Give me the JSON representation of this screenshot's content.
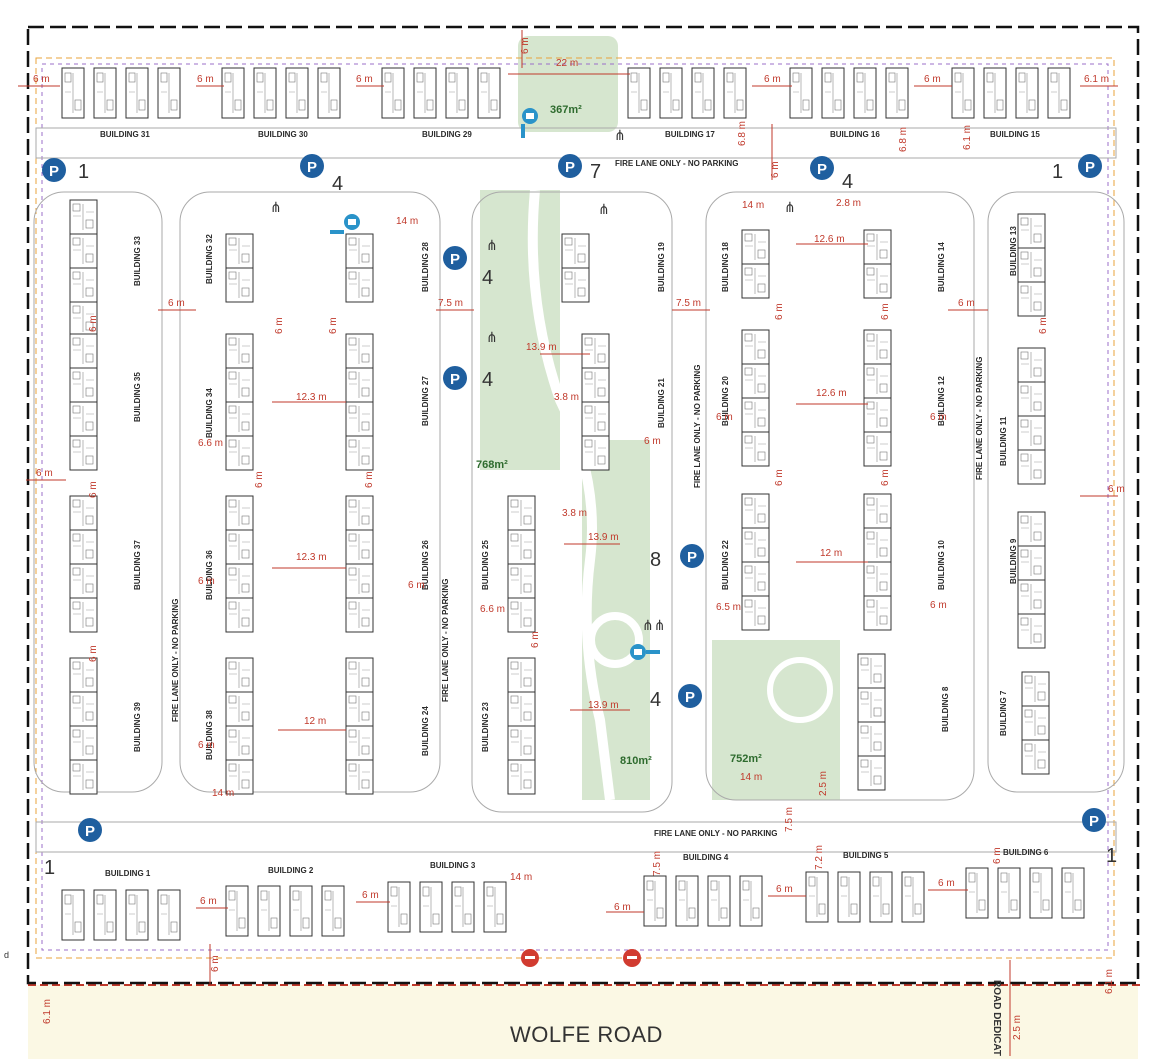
{
  "buildings": [
    {
      "id": "b31",
      "label": "BUILDING 31"
    },
    {
      "id": "b30",
      "label": "BUILDING 30"
    },
    {
      "id": "b29",
      "label": "BUILDING 29"
    },
    {
      "id": "b17",
      "label": "BUILDING 17"
    },
    {
      "id": "b16",
      "label": "BUILDING 16"
    },
    {
      "id": "b15",
      "label": "BUILDING 15"
    },
    {
      "id": "b33",
      "label": "BUILDING 33"
    },
    {
      "id": "b35",
      "label": "BUILDING 35"
    },
    {
      "id": "b37",
      "label": "BUILDING 37"
    },
    {
      "id": "b39",
      "label": "BUILDING 39"
    },
    {
      "id": "b32",
      "label": "BUILDING 32"
    },
    {
      "id": "b34",
      "label": "BUILDING 34"
    },
    {
      "id": "b36",
      "label": "BUILDING 36"
    },
    {
      "id": "b38",
      "label": "BUILDING 38"
    },
    {
      "id": "b28",
      "label": "BUILDING 28"
    },
    {
      "id": "b27",
      "label": "BUILDING 27"
    },
    {
      "id": "b26",
      "label": "BUILDING 26"
    },
    {
      "id": "b24",
      "label": "BUILDING 24"
    },
    {
      "id": "b19",
      "label": "BUILDING 19"
    },
    {
      "id": "b21",
      "label": "BUILDING 21"
    },
    {
      "id": "b25",
      "label": "BUILDING 25"
    },
    {
      "id": "b23",
      "label": "BUILDING 23"
    },
    {
      "id": "b18",
      "label": "BUILDING 18"
    },
    {
      "id": "b20",
      "label": "BUILDING 20"
    },
    {
      "id": "b22",
      "label": "BUILDING 22"
    },
    {
      "id": "b14",
      "label": "BUILDING 14"
    },
    {
      "id": "b12",
      "label": "BUILDING 12"
    },
    {
      "id": "b10",
      "label": "BUILDING 10"
    },
    {
      "id": "b8",
      "label": "BUILDING 8"
    },
    {
      "id": "b13",
      "label": "BUILDING 13"
    },
    {
      "id": "b11",
      "label": "BUILDING 11"
    },
    {
      "id": "b9",
      "label": "BUILDING 9"
    },
    {
      "id": "b7",
      "label": "BUILDING 7"
    },
    {
      "id": "b1",
      "label": "BUILDING 1"
    },
    {
      "id": "b2",
      "label": "BUILDING 2"
    },
    {
      "id": "b3",
      "label": "BUILDING 3"
    },
    {
      "id": "b4",
      "label": "BUILDING 4"
    },
    {
      "id": "b5",
      "label": "BUILDING 5"
    },
    {
      "id": "b6",
      "label": "BUILDING 6"
    }
  ],
  "green_areas": [
    {
      "id": "g1",
      "label": "367m²"
    },
    {
      "id": "g2",
      "label": "768m²"
    },
    {
      "id": "g3",
      "label": "810m²"
    },
    {
      "id": "g4",
      "label": "752m²"
    }
  ],
  "fire_lane": {
    "label": "FIRE LANE ONLY - NO PARKING"
  },
  "parking": {
    "symbol": "P",
    "counts": [
      {
        "id": "p1",
        "value": "1"
      },
      {
        "id": "p2",
        "value": "4"
      },
      {
        "id": "p3",
        "value": "7"
      },
      {
        "id": "p4",
        "value": "4"
      },
      {
        "id": "p5",
        "value": "1"
      },
      {
        "id": "p6",
        "value": "4"
      },
      {
        "id": "p7",
        "value": "4"
      },
      {
        "id": "p8",
        "value": "8"
      },
      {
        "id": "p9",
        "value": "4"
      },
      {
        "id": "p10",
        "value": "1"
      },
      {
        "id": "p11",
        "value": "1"
      }
    ]
  },
  "dimensions": [
    {
      "id": "d1",
      "value": "6 m"
    },
    {
      "id": "d2",
      "value": "6 m"
    },
    {
      "id": "d3",
      "value": "6 m"
    },
    {
      "id": "d4",
      "value": "6 m"
    },
    {
      "id": "d5",
      "value": "22 m"
    },
    {
      "id": "d6",
      "value": "6 m"
    },
    {
      "id": "d7",
      "value": "6 m"
    },
    {
      "id": "d8",
      "value": "6.1 m"
    },
    {
      "id": "d9",
      "value": "6.8 m"
    },
    {
      "id": "d10",
      "value": "6.8 m"
    },
    {
      "id": "d11",
      "value": "6.1 m"
    },
    {
      "id": "d12",
      "value": "6 m"
    },
    {
      "id": "d13",
      "value": "14 m"
    },
    {
      "id": "d14",
      "value": "7.5 m"
    },
    {
      "id": "d15",
      "value": "7.5 m"
    },
    {
      "id": "d16",
      "value": "14 m"
    },
    {
      "id": "d17",
      "value": "12.6 m"
    },
    {
      "id": "d18",
      "value": "2.8 m"
    },
    {
      "id": "d19",
      "value": "6 m"
    },
    {
      "id": "d20",
      "value": "6 m"
    },
    {
      "id": "d21",
      "value": "6 m"
    },
    {
      "id": "d22",
      "value": "6 m"
    },
    {
      "id": "d23",
      "value": "6 m"
    },
    {
      "id": "d24",
      "value": "13.9 m"
    },
    {
      "id": "d25",
      "value": "12.3 m"
    },
    {
      "id": "d26",
      "value": "3.8 m"
    },
    {
      "id": "d27",
      "value": "12.6 m"
    },
    {
      "id": "d28",
      "value": "6.6 m"
    },
    {
      "id": "d29",
      "value": "6 m"
    },
    {
      "id": "d30",
      "value": "6 m"
    },
    {
      "id": "d31",
      "value": "6 m"
    },
    {
      "id": "d32",
      "value": "6 m"
    },
    {
      "id": "d33",
      "value": "6 m"
    },
    {
      "id": "d34",
      "value": "6 m"
    },
    {
      "id": "d35",
      "value": "3.8 m"
    },
    {
      "id": "d36",
      "value": "13.9 m"
    },
    {
      "id": "d37",
      "value": "12.3 m"
    },
    {
      "id": "d38",
      "value": "12 m"
    },
    {
      "id": "d39",
      "value": "6 m"
    },
    {
      "id": "d40",
      "value": "6 m"
    },
    {
      "id": "d41",
      "value": "6.6 m"
    },
    {
      "id": "d42",
      "value": "6.5 m"
    },
    {
      "id": "d43",
      "value": "6 m"
    },
    {
      "id": "d44",
      "value": "6 m"
    },
    {
      "id": "d45",
      "value": "13.9 m"
    },
    {
      "id": "d46",
      "value": "12 m"
    },
    {
      "id": "d47",
      "value": "6 m"
    },
    {
      "id": "d48",
      "value": "14 m"
    },
    {
      "id": "d49",
      "value": "14 m"
    },
    {
      "id": "d50",
      "value": "2.5 m"
    },
    {
      "id": "d51",
      "value": "7.5 m"
    },
    {
      "id": "d52",
      "value": "7.5 m"
    },
    {
      "id": "d53",
      "value": "7.2 m"
    },
    {
      "id": "d54",
      "value": "6 m"
    },
    {
      "id": "d55",
      "value": "6 m"
    },
    {
      "id": "d56",
      "value": "6 m"
    },
    {
      "id": "d57",
      "value": "6 m"
    },
    {
      "id": "d58",
      "value": "6 m"
    },
    {
      "id": "d59",
      "value": "6 m"
    },
    {
      "id": "d60",
      "value": "14 m"
    },
    {
      "id": "d61",
      "value": "6.1 m"
    },
    {
      "id": "d62",
      "value": "6.1 m"
    },
    {
      "id": "d63",
      "value": "2.5 m"
    },
    {
      "id": "d64",
      "value": "6 m"
    },
    {
      "id": "d65",
      "value": "6 m"
    },
    {
      "id": "d66",
      "value": "6 m"
    },
    {
      "id": "d67",
      "value": "6 m"
    },
    {
      "id": "d68",
      "value": "6 m"
    },
    {
      "id": "d69",
      "value": "6 m"
    },
    {
      "id": "d70",
      "value": "6 m"
    },
    {
      "id": "d71",
      "value": "6 m"
    },
    {
      "id": "d72",
      "value": "6 m"
    }
  ],
  "road": {
    "name": "WOLFE ROAD",
    "dedication": "ROAD DEDICAT"
  },
  "side_note": "d",
  "colors": {
    "dimension": "#c0392b",
    "green": "#d6e6cf",
    "parking": "#1f5f9f",
    "mailbox": "#2a93c9",
    "road": "#fbf8e4",
    "boundary": "#111111",
    "dash_orange": "#e8a33b",
    "dash_purple": "#9b6fc9"
  }
}
